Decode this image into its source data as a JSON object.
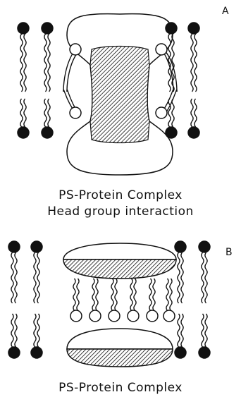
{
  "panel_a": {
    "letter": "A",
    "caption_line1": "PS-Protein  Complex",
    "caption_line2": "Head group  interaction"
  },
  "panel_b": {
    "letter": "B",
    "caption_line1": "PS-Protein  Complex"
  },
  "colors": {
    "ink": "#111111",
    "background": "#ffffff"
  }
}
